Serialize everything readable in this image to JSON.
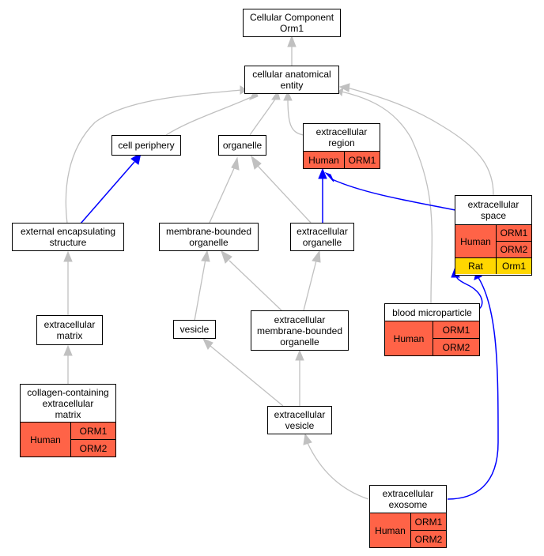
{
  "nodes": {
    "root": {
      "title": "Cellular Component\nOrm1"
    },
    "cae": {
      "title": "cellular anatomical\nentity"
    },
    "cp": {
      "title": "cell periphery"
    },
    "org": {
      "title": "organelle"
    },
    "er": {
      "title": "extracellular\nregion",
      "ann": [
        {
          "species": "Human",
          "genes": [
            "ORM1"
          ]
        }
      ]
    },
    "es": {
      "title": "extracellular\nspace",
      "ann": [
        {
          "species": "Human",
          "genes": [
            "ORM1",
            "ORM2"
          ]
        },
        {
          "species": "Rat",
          "genes": [
            "Orm1"
          ]
        }
      ]
    },
    "ees": {
      "title": "external encapsulating\nstructure"
    },
    "mbo": {
      "title": "membrane-bounded\norganelle"
    },
    "eo": {
      "title": "extracellular\norganelle"
    },
    "bm": {
      "title": "blood microparticle",
      "ann": [
        {
          "species": "Human",
          "genes": [
            "ORM1",
            "ORM2"
          ]
        }
      ]
    },
    "em": {
      "title": "extracellular\nmatrix"
    },
    "ves": {
      "title": "vesicle"
    },
    "embo": {
      "title": "extracellular\nmembrane-bounded\norganelle"
    },
    "ccem": {
      "title": "collagen-containing\nextracellular\nmatrix",
      "ann": [
        {
          "species": "Human",
          "genes": [
            "ORM1",
            "ORM2"
          ]
        }
      ]
    },
    "ev": {
      "title": "extracellular\nvesicle"
    },
    "exo": {
      "title": "extracellular\nexosome",
      "ann": [
        {
          "species": "Human",
          "genes": [
            "ORM1",
            "ORM2"
          ]
        }
      ]
    }
  },
  "colors": {
    "is_a_edge": "#c0c0c0",
    "part_of_edge": "#0000ff",
    "human": "#ff6347",
    "rat": "#ffd700"
  }
}
